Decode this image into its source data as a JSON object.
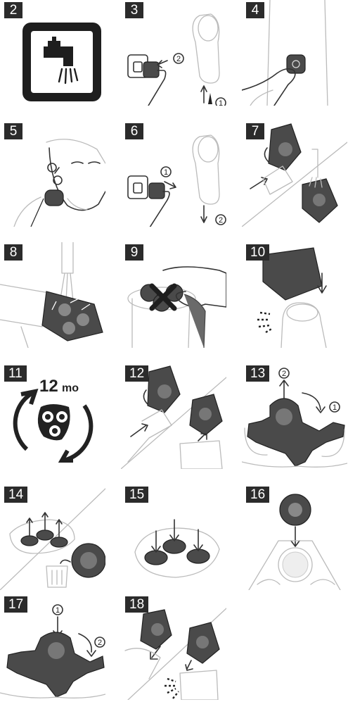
{
  "steps": [
    {
      "id": "2",
      "icon": "tap-icon"
    },
    {
      "id": "3",
      "icon": "plug-in-icon",
      "callouts": [
        "2",
        "1"
      ]
    },
    {
      "id": "4",
      "icon": "power-button-icon"
    },
    {
      "id": "5",
      "icon": "shaving-face-icon"
    },
    {
      "id": "6",
      "icon": "unplug-icon",
      "callouts": [
        "1",
        "2"
      ]
    },
    {
      "id": "7",
      "icon": "open-head-rinse-icon"
    },
    {
      "id": "8",
      "icon": "rinse-head-icon"
    },
    {
      "id": "9",
      "icon": "do-not-touch-icon"
    },
    {
      "id": "10",
      "icon": "close-head-icon"
    },
    {
      "id": "11",
      "icon": "replace-yearly-icon",
      "period": "12",
      "unit": "mo"
    },
    {
      "id": "12",
      "icon": "open-head-icon"
    },
    {
      "id": "13",
      "icon": "unlock-retaining-frame-icon",
      "callouts": [
        "2",
        "1"
      ]
    },
    {
      "id": "14",
      "icon": "remove-cutters-icon"
    },
    {
      "id": "15",
      "icon": "insert-cutters-icon"
    },
    {
      "id": "16",
      "icon": "insert-retaining-frame-icon"
    },
    {
      "id": "17",
      "icon": "lock-retaining-frame-icon",
      "callouts": [
        "1",
        "2"
      ]
    },
    {
      "id": "18",
      "icon": "attach-head-icon"
    }
  ]
}
